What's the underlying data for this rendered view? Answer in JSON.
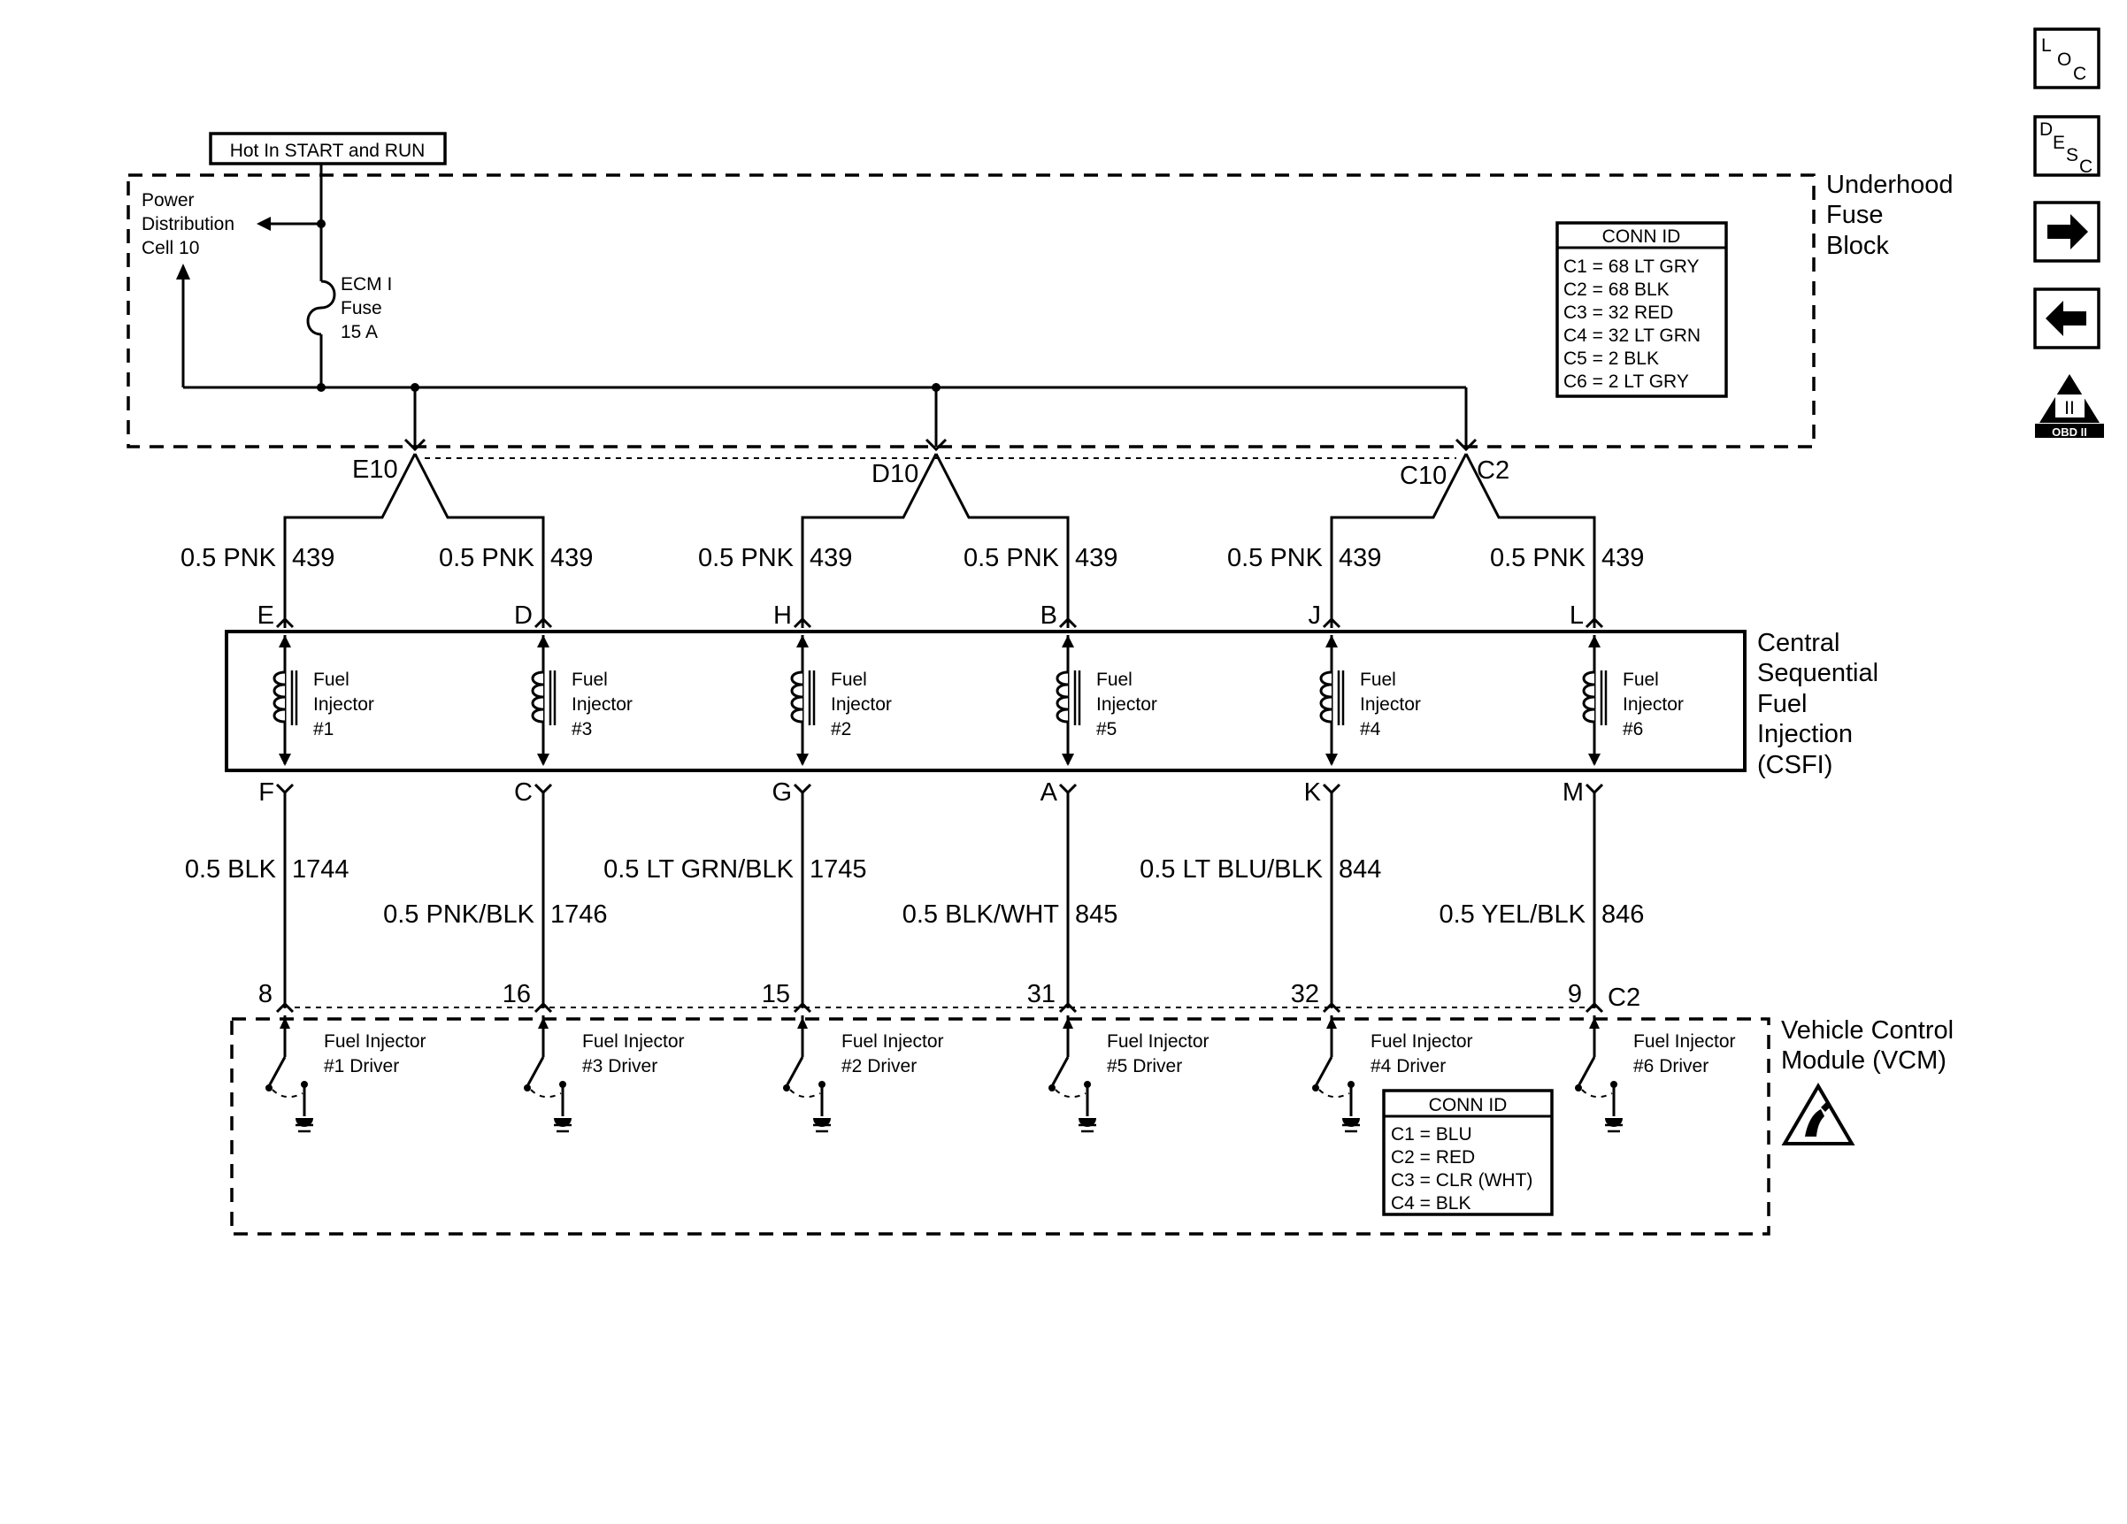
{
  "supply": {
    "label": "Hot In START and RUN"
  },
  "fuse_block": {
    "name_lines": [
      "Underhood",
      "Fuse",
      "Block"
    ],
    "power_dist_lines": [
      "Power",
      "Distribution",
      "Cell 10"
    ],
    "fuse_lines": [
      "ECM I",
      "Fuse",
      "15 A"
    ],
    "conn_id": {
      "title": "CONN ID",
      "rows": [
        "C1 = 68 LT GRY",
        "C2 = 68 BLK",
        "C3 = 32 RED",
        "C4 = 32 LT GRN",
        "C5 = 2 BLK",
        "C6 = 2 LT GRY"
      ]
    }
  },
  "splices": [
    {
      "label": "E10"
    },
    {
      "label": "D10"
    },
    {
      "label": "C10",
      "suffix": "C2"
    }
  ],
  "csfi": {
    "name_lines": [
      "Central",
      "Sequential",
      "Fuel",
      "Injection",
      "(CSFI)"
    ],
    "injectors": [
      {
        "top_pin": "E",
        "bottom_pin": "F",
        "upper_wire": "0.5 PNK",
        "upper_circuit": "439",
        "lines": [
          "Fuel",
          "Injector",
          "#1"
        ],
        "lower_wire": "0.5 BLK",
        "lower_circuit": "1744",
        "vcm_pin": "8",
        "driver_lines": [
          "Fuel Injector",
          "#1 Driver"
        ]
      },
      {
        "top_pin": "D",
        "bottom_pin": "C",
        "upper_wire": "0.5 PNK",
        "upper_circuit": "439",
        "lines": [
          "Fuel",
          "Injector",
          "#3"
        ],
        "lower_wire": "0.5 PNK/BLK",
        "lower_circuit": "1746",
        "vcm_pin": "16",
        "driver_lines": [
          "Fuel Injector",
          "#3 Driver"
        ]
      },
      {
        "top_pin": "H",
        "bottom_pin": "G",
        "upper_wire": "0.5 PNK",
        "upper_circuit": "439",
        "lines": [
          "Fuel",
          "Injector",
          "#2"
        ],
        "lower_wire": "0.5 LT GRN/BLK",
        "lower_circuit": "1745",
        "vcm_pin": "15",
        "driver_lines": [
          "Fuel Injector",
          "#2 Driver"
        ]
      },
      {
        "top_pin": "B",
        "bottom_pin": "A",
        "upper_wire": "0.5 PNK",
        "upper_circuit": "439",
        "lines": [
          "Fuel",
          "Injector",
          "#5"
        ],
        "lower_wire": "0.5 BLK/WHT",
        "lower_circuit": "845",
        "vcm_pin": "31",
        "driver_lines": [
          "Fuel Injector",
          "#5 Driver"
        ]
      },
      {
        "top_pin": "J",
        "bottom_pin": "K",
        "upper_wire": "0.5 PNK",
        "upper_circuit": "439",
        "lines": [
          "Fuel",
          "Injector",
          "#4"
        ],
        "lower_wire": "0.5 LT BLU/BLK",
        "lower_circuit": "844",
        "vcm_pin": "32",
        "driver_lines": [
          "Fuel Injector",
          "#4 Driver"
        ]
      },
      {
        "top_pin": "L",
        "bottom_pin": "M",
        "upper_wire": "0.5 PNK",
        "upper_circuit": "439",
        "lines": [
          "Fuel",
          "Injector",
          "#6"
        ],
        "lower_wire": "0.5 YEL/BLK",
        "lower_circuit": "846",
        "vcm_pin": "9",
        "driver_lines": [
          "Fuel Injector",
          "#6 Driver"
        ]
      }
    ]
  },
  "vcm": {
    "name_lines": [
      "Vehicle Control",
      "Module (VCM)"
    ],
    "connector_label": "C2",
    "conn_id": {
      "title": "CONN ID",
      "rows": [
        "C1 = BLU",
        "C2 = RED",
        "C3 = CLR (WHT)",
        "C4 = BLK"
      ]
    }
  },
  "nav": {
    "loc": {
      "l": "L",
      "o": "O",
      "c": "C"
    },
    "desc": {
      "d": "D",
      "e": "E",
      "s": "S",
      "c": "C"
    },
    "forward_icon": "arrow-right-icon",
    "back_icon": "arrow-left-icon",
    "obd": {
      "roman": "II",
      "label": "OBD II"
    }
  }
}
